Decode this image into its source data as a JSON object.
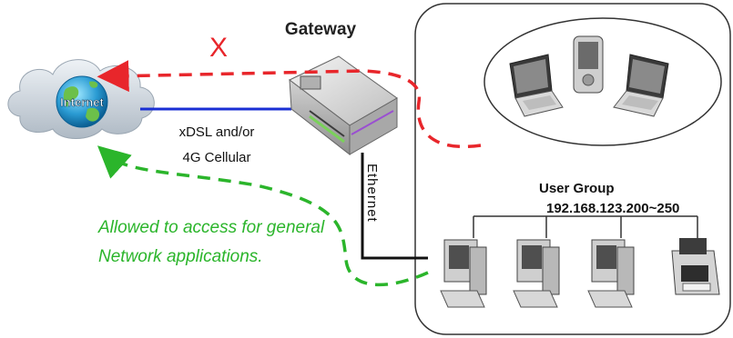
{
  "labels": {
    "gateway": "Gateway",
    "internet": "Internet",
    "link_line1": "xDSL and/or",
    "link_line2": "4G Cellular",
    "ethernet": "Ethernet",
    "user_group": "User Group",
    "ip_range": "192.168.123.200~250",
    "allowed_line1": "Allowed to access for general",
    "allowed_line2": "Network applications.",
    "blocked_mark": "X"
  },
  "colors": {
    "blocked": "#e8262b",
    "allowed": "#2bb52b",
    "wan_link": "#1a2fd4",
    "ethernet": "#111111",
    "outline": "#333333",
    "router": "#9c9c9c",
    "cloud": "#c9d3dc"
  }
}
